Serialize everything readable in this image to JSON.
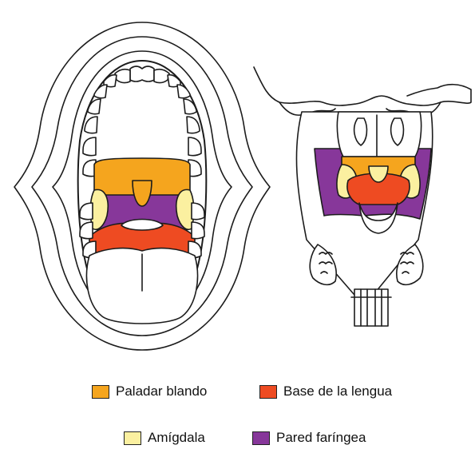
{
  "colors": {
    "soft_palate": "#f5a51e",
    "tongue_base": "#ee4b22",
    "tonsil": "#fbf0a0",
    "pharyngeal_wall": "#87379a",
    "outline": "#1c1c1c",
    "background": "#ffffff"
  },
  "legend": {
    "items": [
      {
        "label": "Paladar blando",
        "color": "#f5a51e"
      },
      {
        "label": "Base de la lengua",
        "color": "#ee4b22"
      },
      {
        "label": "Amígdala",
        "color": "#fbf0a0"
      },
      {
        "label": "Pared faríngea",
        "color": "#87379a"
      }
    ]
  }
}
